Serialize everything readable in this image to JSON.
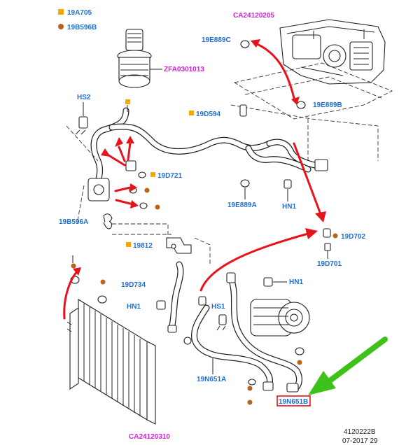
{
  "legend": {
    "square_label": "19A705",
    "dot_label": "19B596B"
  },
  "colors": {
    "legend_square": "#f5a800",
    "legend_dot": "#b5651d",
    "part_number": "#1f6fd6",
    "reference_label": "#d61fd6",
    "arrow_red": "#e8121b",
    "arrow_green": "#3ec21a",
    "highlight_box": "#e8121b"
  },
  "labels": {
    "ca_top": "CA24120205",
    "p19e889c": "19E889C",
    "zfa": "ZFA0301013",
    "p19e889b": "19E889B",
    "hs2": "HS2",
    "p19d594": "19D594",
    "p19d721": "19D721",
    "p19e889a": "19E889A",
    "hn1_top": "HN1",
    "p19b596a": "19B596A",
    "p19d702": "19D702",
    "p19812": "19812",
    "p19d701": "19D701",
    "p19d734": "19D734",
    "hn1_mid": "HN1",
    "hn1_left": "HN1",
    "hs1": "HS1",
    "p19n651a": "19N651A",
    "p19n651b": "19N651B",
    "ca_bottom": "CA24120310"
  },
  "footer": {
    "drawing_number": "4120222B",
    "date": "07-2017 29"
  }
}
